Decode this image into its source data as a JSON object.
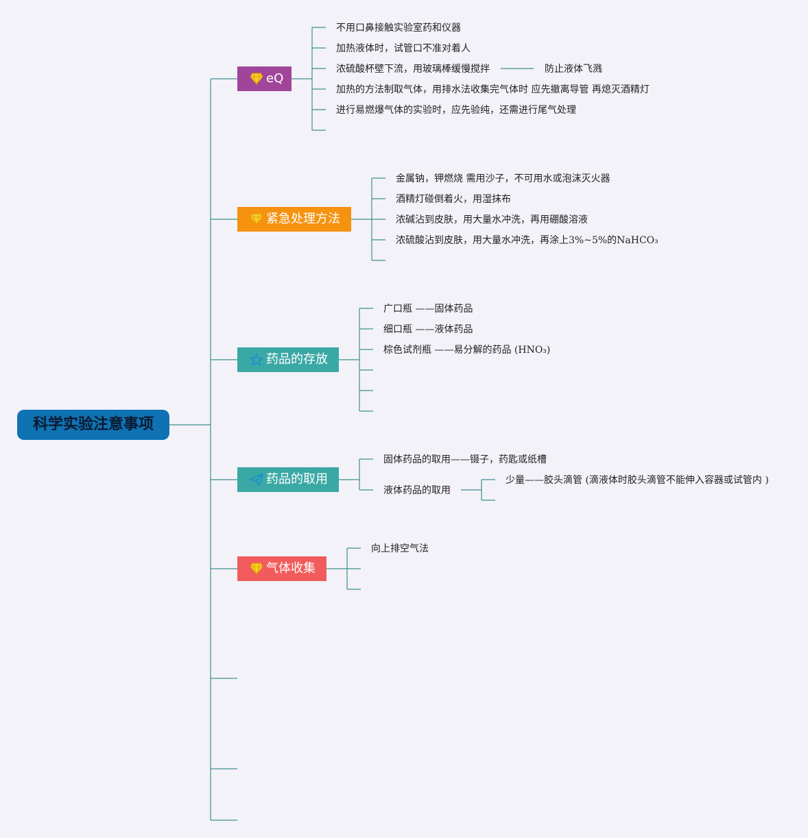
{
  "root": {
    "label": "科学实验注意事项"
  },
  "branches": [
    {
      "label": "eQ",
      "color": "#a0459a",
      "icon": "diamond-icon",
      "items": [
        "不用口鼻接触实验室药和仪器",
        "加热液体时，试管口不准对着人",
        "浓硫酸杯壁下流，用玻璃棒缓慢搅拌",
        "加热的方法制取气体，用排水法收集完气体时 应先撤离导管 再熄灭酒精灯",
        "进行易燃爆气体的实验时，应先验纯，还需进行尾气处理"
      ],
      "sub_note": "防止液体飞溅"
    },
    {
      "label": "紧急处理方法",
      "color": "#f5920f",
      "icon": "diamond-icon",
      "items": [
        "金属钠，钾燃烧 需用沙子，不可用水或泡沫灭火器",
        "酒精灯碰倒着火，用湿抹布",
        "浓碱沾到皮肤，用大量水冲洗，再用硼酸溶液",
        "浓硫酸沾到皮肤，用大量水冲洗，再涂上3%~5%的NaHCO₃"
      ]
    },
    {
      "label": "药品的存放",
      "color": "#3aa8a4",
      "icon": "star-icon",
      "items": [
        "广口瓶 ——固体药品",
        "细口瓶 ——液体药品",
        "棕色试剂瓶 ——易分解的药品 (HNO₃)"
      ]
    },
    {
      "label": "药品的取用",
      "color": "#3aa8a4",
      "icon": "send-icon",
      "items": [
        "固体药品的取用——镊子，药匙或纸槽",
        "液体药品的取用"
      ],
      "sub_note": "少量——胶头滴管 (滴液体时胶头滴管不能伸入容器或试管内 )"
    },
    {
      "label": "气体收集",
      "color": "#f25b5b",
      "icon": "diamond-icon",
      "items": [
        "向上排空气法"
      ]
    }
  ],
  "colors": {
    "line": "#3d8f8a",
    "root": "#0f72b3",
    "diamond": "#f7d22d"
  }
}
